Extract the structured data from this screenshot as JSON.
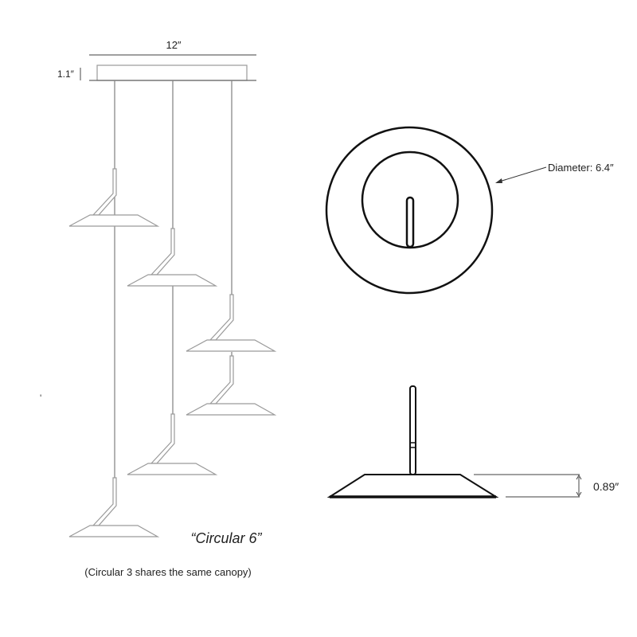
{
  "dimensions": {
    "canopy_width": "12″",
    "canopy_height": "1.1″",
    "diameter": "Diameter: 6.4″",
    "shade_height": "0.89″"
  },
  "captions": {
    "model": "“Circular 6”",
    "note": "(Circular 3 shares the same canopy)"
  }
}
